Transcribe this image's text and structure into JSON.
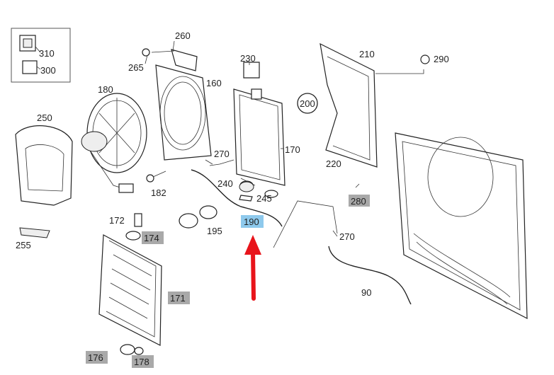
{
  "callouts": [
    {
      "id": "c310",
      "text": "310",
      "style": "plain"
    },
    {
      "id": "c300",
      "text": "300",
      "style": "plain"
    },
    {
      "id": "c260",
      "text": "260",
      "style": "plain"
    },
    {
      "id": "c265",
      "text": "265",
      "style": "plain"
    },
    {
      "id": "c160",
      "text": "160",
      "style": "plain"
    },
    {
      "id": "c230",
      "text": "230",
      "style": "plain"
    },
    {
      "id": "c210",
      "text": "210",
      "style": "plain"
    },
    {
      "id": "c290",
      "text": "290",
      "style": "plain"
    },
    {
      "id": "c180",
      "text": "180",
      "style": "plain"
    },
    {
      "id": "c200",
      "text": "200",
      "style": "circled"
    },
    {
      "id": "c250",
      "text": "250",
      "style": "plain"
    },
    {
      "id": "c170",
      "text": "170",
      "style": "plain"
    },
    {
      "id": "c270a",
      "text": "270",
      "style": "plain"
    },
    {
      "id": "c220",
      "text": "220",
      "style": "plain"
    },
    {
      "id": "c240",
      "text": "240",
      "style": "plain"
    },
    {
      "id": "c245",
      "text": "245",
      "style": "plain"
    },
    {
      "id": "c182",
      "text": "182",
      "style": "plain"
    },
    {
      "id": "c280",
      "text": "280",
      "style": "grey"
    },
    {
      "id": "c172",
      "text": "172",
      "style": "plain"
    },
    {
      "id": "c195",
      "text": "195",
      "style": "plain"
    },
    {
      "id": "c190",
      "text": "190",
      "style": "highlight"
    },
    {
      "id": "c174",
      "text": "174",
      "style": "grey"
    },
    {
      "id": "c270b",
      "text": "270",
      "style": "plain"
    },
    {
      "id": "c255",
      "text": "255",
      "style": "plain"
    },
    {
      "id": "c171",
      "text": "171",
      "style": "grey"
    },
    {
      "id": "c90",
      "text": "90",
      "style": "plain"
    },
    {
      "id": "c176",
      "text": "176",
      "style": "grey"
    },
    {
      "id": "c178",
      "text": "178",
      "style": "grey"
    }
  ],
  "colors": {
    "highlight": "#8ec9ec",
    "grey_box": "#a9a9a9",
    "arrow": "#e8141b",
    "line": "#222222"
  }
}
